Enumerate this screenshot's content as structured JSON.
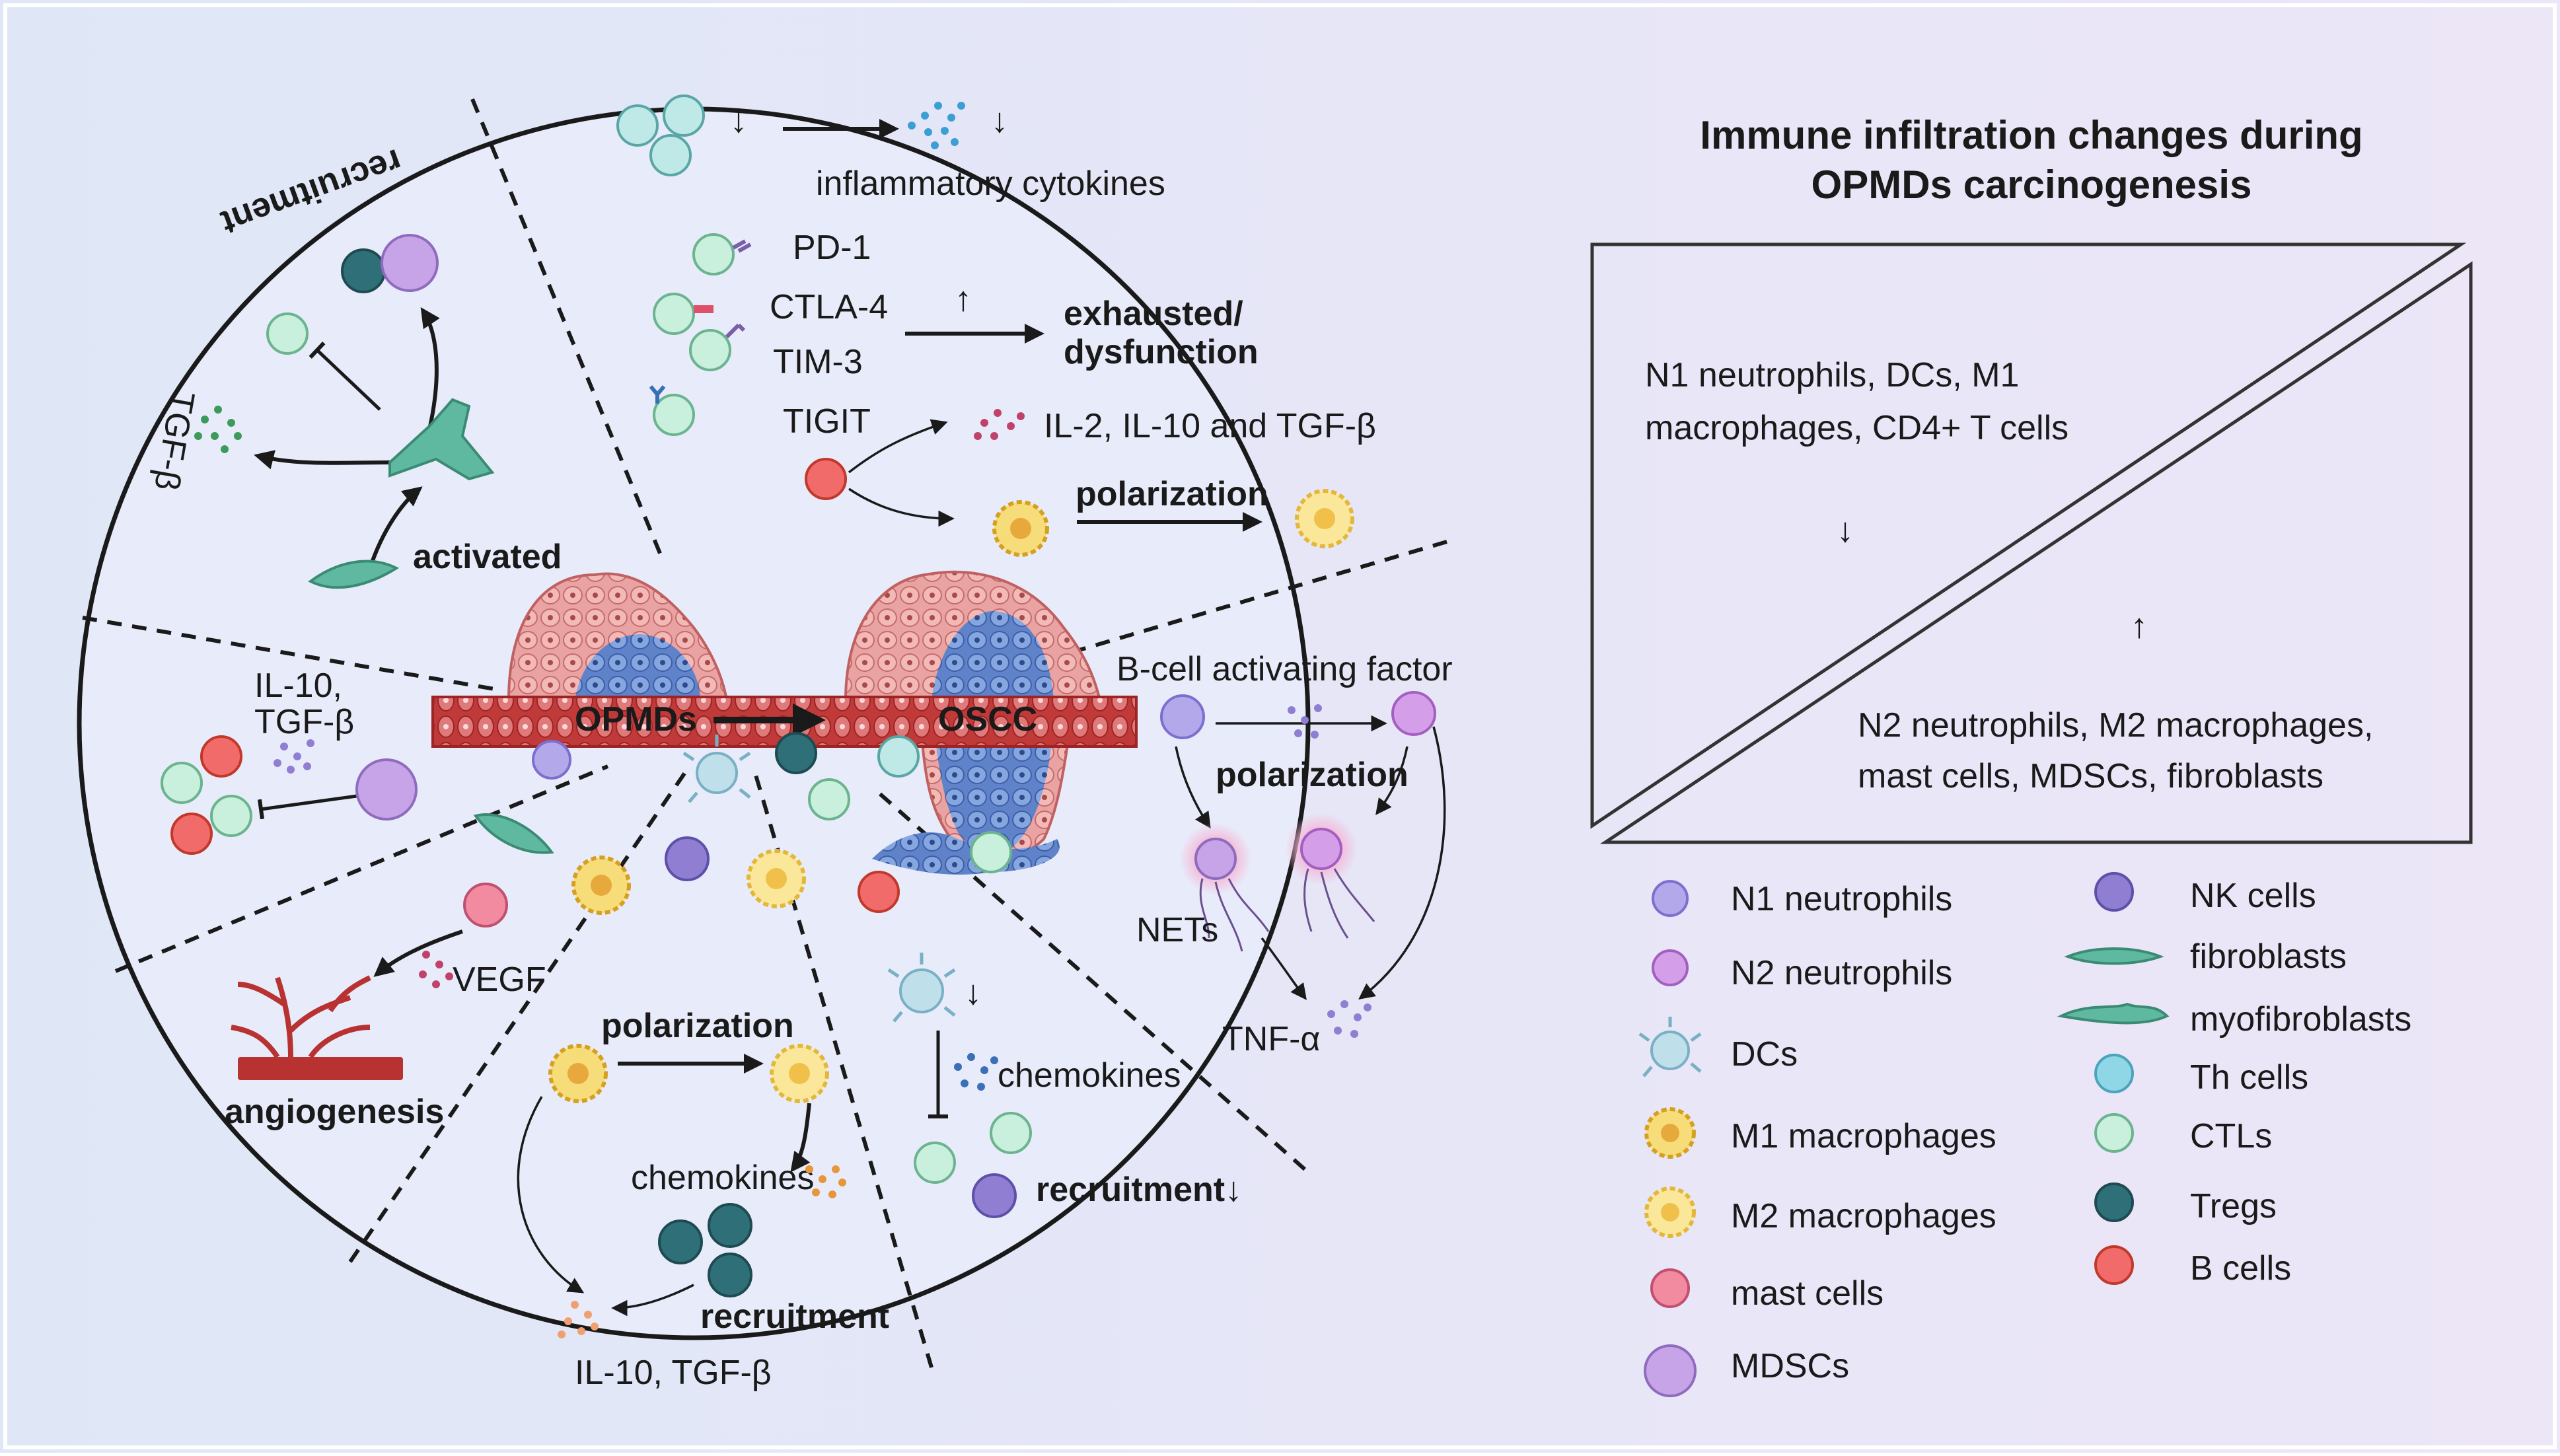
{
  "colors": {
    "background_left": "#dfe7f7",
    "background_right": "#ece6f7",
    "circle_fill": "#e8ecfa",
    "tissue_pink": "#e8a0a0",
    "tissue_dark": "#b02a2a",
    "tumor_blue": "#6f8fd0",
    "m1_yellow": "#f5cf4f",
    "m2_yellow": "#fbe79a",
    "mast_pink": "#f28aa0",
    "mdsc_purple": "#b58ad8",
    "n1_lavender": "#b3a8ea",
    "n2_purple": "#d59ee8",
    "nk_purple": "#8f7ed1",
    "dc_blue": "#bfe0ea",
    "th_cyan": "#8fd6e6",
    "ctl_mint": "#b9ecd8",
    "treg_teal": "#2f6f78",
    "bcell_red": "#f26b6b",
    "fibro_green": "#5fb8a0",
    "vessel_red": "#b83232"
  },
  "panel": {
    "title_line1": "Immune  infiltration changes during",
    "title_line2": "OPMDs  carcinogenesis",
    "decrease_text_line1": "N1 neutrophils, DCs, M1",
    "decrease_text_line2": "macrophages, CD4+ T cells",
    "decrease_arrow": "↓",
    "increase_arrow": "↑",
    "increase_text_line1": "N2 neutrophils, M2 macrophages,",
    "increase_text_line2": "mast cells, MDSCs, fibroblasts"
  },
  "legend": {
    "left": [
      {
        "label": "N1 neutrophils",
        "icon": "n1-neutrophil-icon"
      },
      {
        "label": "N2 neutrophils",
        "icon": "n2-neutrophil-icon"
      },
      {
        "label": "DCs",
        "icon": "dc-icon"
      },
      {
        "label": "M1 macrophages",
        "icon": "m1-macrophage-icon"
      },
      {
        "label": "M2 macrophages",
        "icon": "m2-macrophage-icon"
      },
      {
        "label": "mast cells",
        "icon": "mast-cell-icon"
      },
      {
        "label": "MDSCs",
        "icon": "mdsc-icon"
      }
    ],
    "right": [
      {
        "label": "NK cells",
        "icon": "nk-cell-icon"
      },
      {
        "label": "fibroblasts",
        "icon": "fibroblast-icon"
      },
      {
        "label": "myofibroblasts",
        "icon": "myofibroblast-icon"
      },
      {
        "label": "Th cells",
        "icon": "th-cell-icon"
      },
      {
        "label": "CTLs",
        "icon": "ctl-icon"
      },
      {
        "label": "Tregs",
        "icon": "treg-icon"
      },
      {
        "label": "B cells",
        "icon": "b-cell-icon"
      }
    ]
  },
  "circle": {
    "top": {
      "down_arrow": "↓",
      "inflammatory": "inflammatory cytokines",
      "pd1": "PD-1",
      "ctla4": "CTLA-4",
      "tim3": "TIM-3",
      "tigit": "TIGIT",
      "up_arrow": "↑",
      "exhausted_line1": "exhausted/",
      "exhausted_line2": "dysfunction",
      "il_cytokines": "IL-2, IL-10 and TGF-β",
      "polarization": "polarization"
    },
    "topleft": {
      "recruitment": "recruitment",
      "tgfb": "TGF-β",
      "activated": "activated"
    },
    "left": {
      "il10_line1": "IL-10,",
      "il10_line2": "TGF-β"
    },
    "lowerleft": {
      "vegf": "VEGF",
      "angiogenesis": "angiogenesis"
    },
    "bottom": {
      "polarization": "polarization",
      "chemokines": "chemokines",
      "recruitment": "recruitment",
      "il10": "IL-10, TGF-β"
    },
    "bottomright": {
      "chemokines": "chemokines",
      "recruitment": "recruitment↓"
    },
    "right": {
      "baff": "B-cell activating factor",
      "polarization": "polarization",
      "nets": "NETs",
      "tnfa": "TNF-α"
    },
    "center": {
      "opmds": "OPMDs",
      "oscc": "OSCC"
    }
  }
}
